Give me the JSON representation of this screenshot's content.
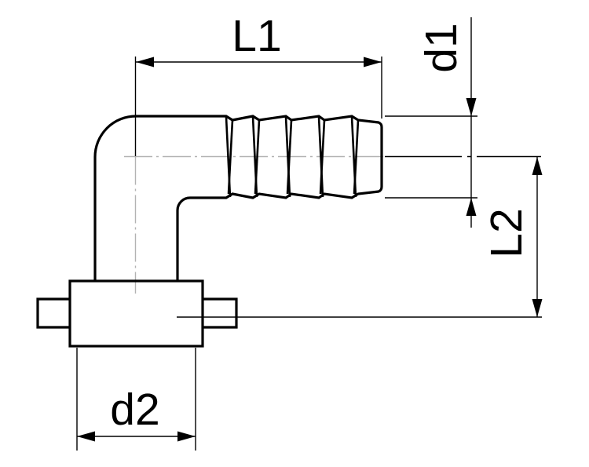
{
  "figure": {
    "type": "technical-drawing",
    "subject": "90-degree elbow hose-barb fitting, side view",
    "dimension_labels": {
      "l1": "L1",
      "d1": "d1",
      "l2": "L2",
      "d2": "d2"
    },
    "colors": {
      "line": "#000000",
      "centerline": "#b3b3b3",
      "background": "#ffffff"
    }
  }
}
